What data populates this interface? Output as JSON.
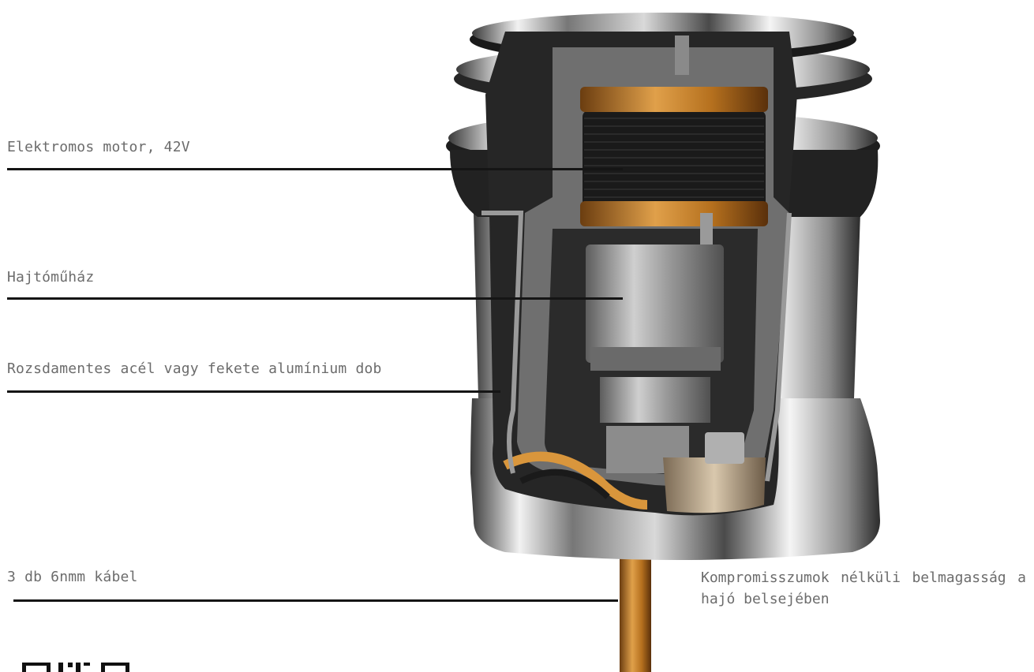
{
  "callouts": {
    "motor": "Elektromos motor, 42V",
    "housing": "Hajtóműház",
    "drum": "Rozsdamentes acél vagy fekete alumínium dob",
    "cable": "3 db 6nmm kábel"
  },
  "side_note": "Kompromisszumok nélküli belmagasság a hajó belsejében",
  "colors": {
    "label_text": "#6c6c6c",
    "leader_line": "#151515",
    "copper": "#c98a32",
    "chrome": "#c4c4c4"
  }
}
